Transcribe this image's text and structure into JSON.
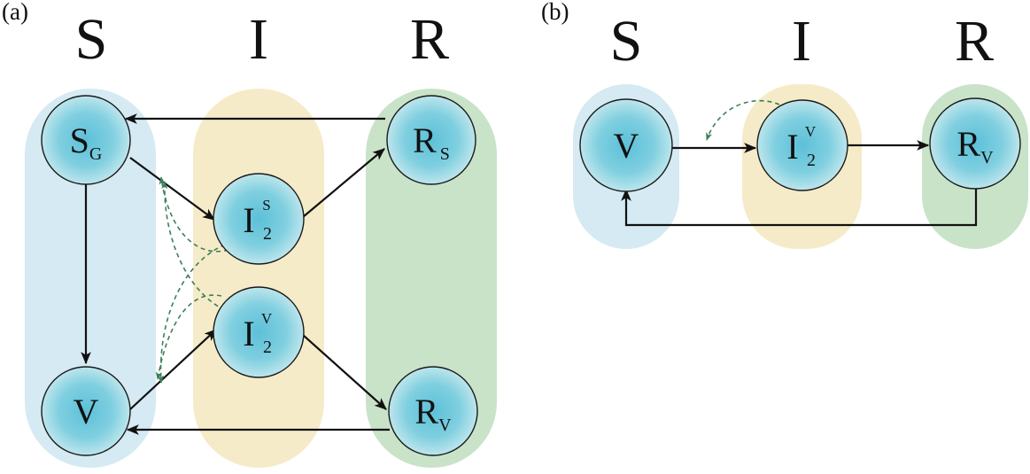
{
  "colors": {
    "s_band": "#d5eaf2",
    "i_band": "#f6ebc8",
    "r_band": "#c9e3c8",
    "node_center": "#5dc0d8",
    "node_edge": "#c9eaf0",
    "arrow": "#111111",
    "dashed_arrow": "#3b7f5a"
  },
  "panel_a": {
    "label": "(a)",
    "columns": {
      "s": "S",
      "i": "I",
      "r": "R"
    },
    "nodes": {
      "sg": {
        "main": "S",
        "sub": "G"
      },
      "v": {
        "main": "V"
      },
      "i2s": {
        "main": "I",
        "sub": "2",
        "sup": "S"
      },
      "i2v": {
        "main": "I",
        "sub": "2",
        "sup": "V"
      },
      "rs": {
        "main": "R",
        "sub": "S"
      },
      "rv": {
        "main": "R",
        "sub": "V"
      }
    }
  },
  "panel_b": {
    "label": "(b)",
    "columns": {
      "s": "S",
      "i": "I",
      "r": "R"
    },
    "nodes": {
      "v": {
        "main": "V"
      },
      "i2v": {
        "main": "I",
        "sub": "2",
        "sup": "V"
      },
      "rv": {
        "main": "R",
        "sub": "V"
      }
    }
  }
}
